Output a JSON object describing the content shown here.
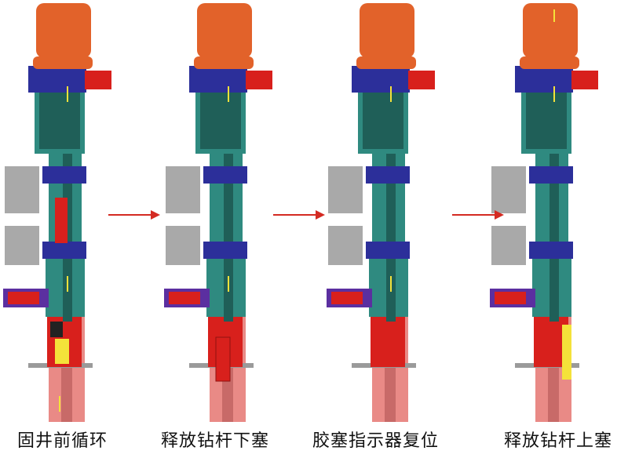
{
  "stages": [
    {
      "caption": "固井前循环"
    },
    {
      "caption": "释放钻杆下塞"
    },
    {
      "caption": "胶塞指示器复位"
    },
    {
      "caption": "释放钻杆上塞"
    }
  ],
  "colors": {
    "body_teal": "#2f8a80",
    "body_dark": "#1f5f58",
    "orange": "#e2622a",
    "red": "#d8201c",
    "navy": "#2c2f9a",
    "gray": "#a9a9a9",
    "pink": "#e98a86",
    "yellow": "#f4e23a",
    "arrow_red": "#d42a22"
  }
}
